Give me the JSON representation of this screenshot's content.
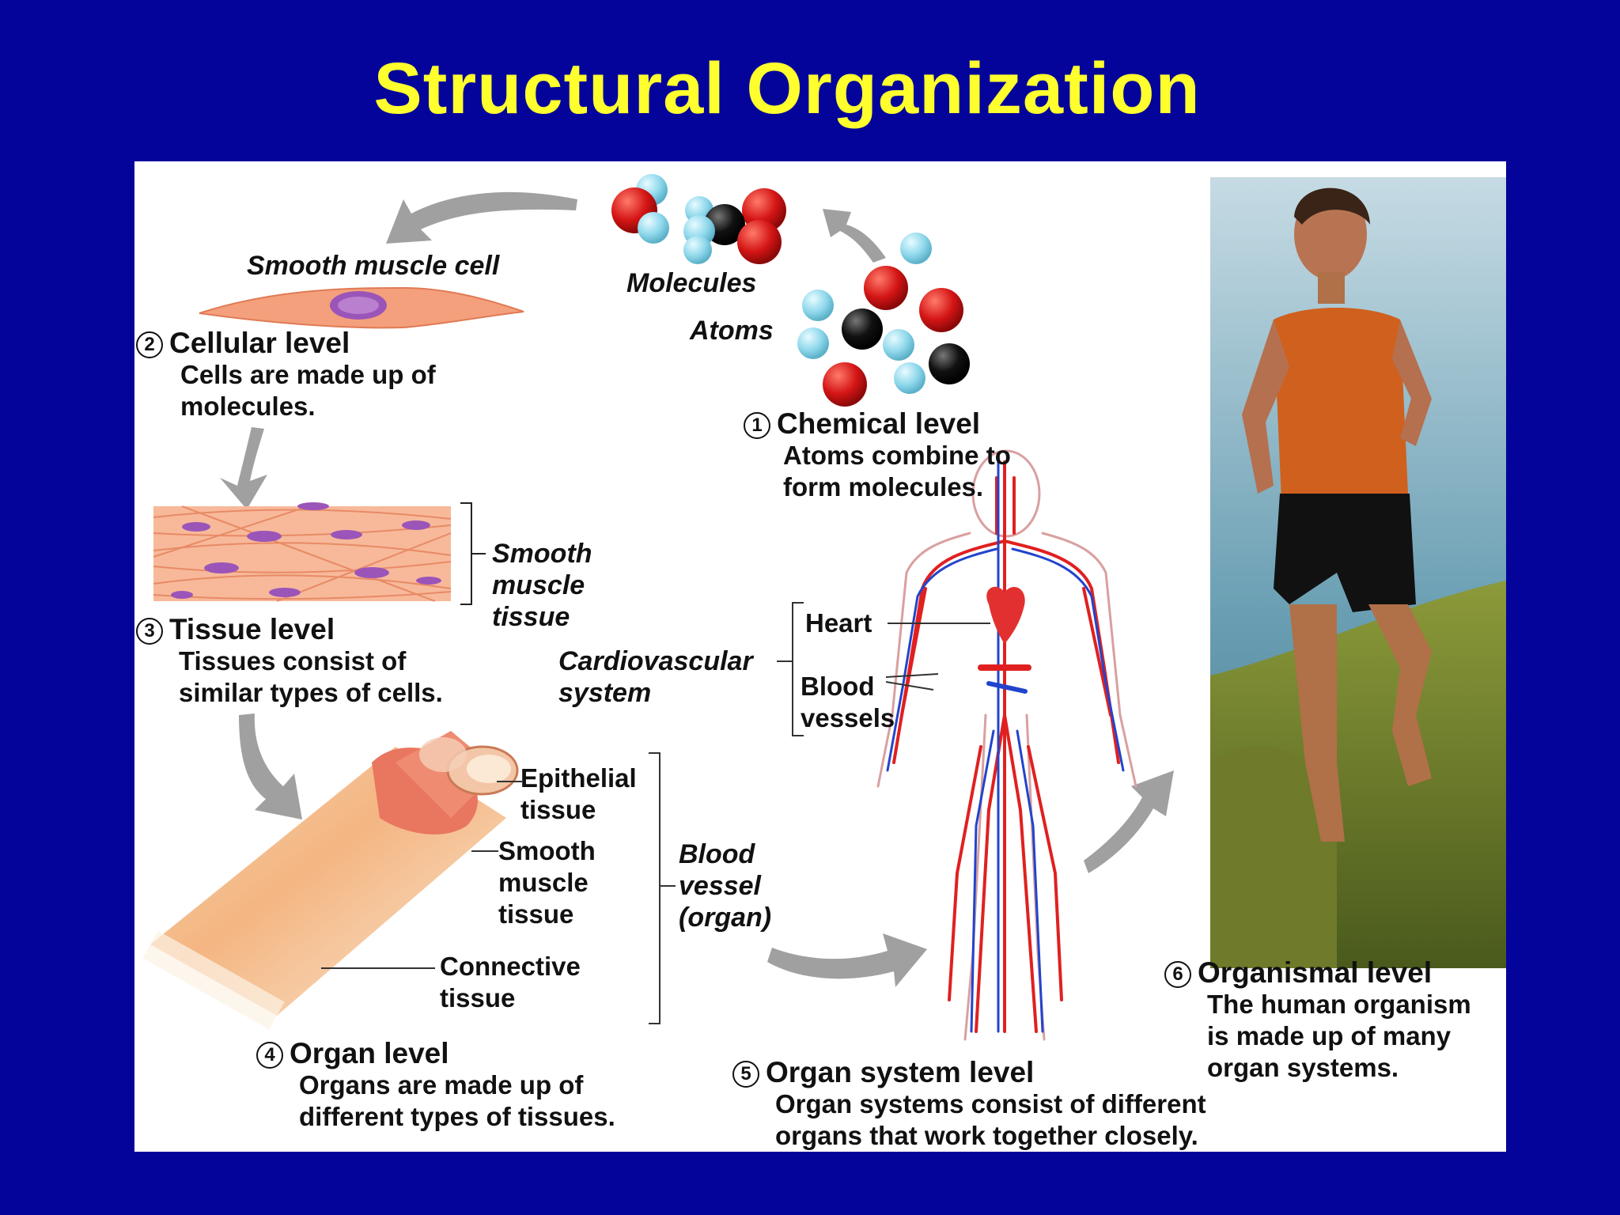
{
  "slide_title": "Structural Organization",
  "levels": {
    "chemical": {
      "number": "1",
      "title": "Chemical level",
      "desc_1": "Atoms combine to",
      "desc_2": "form molecules."
    },
    "cellular": {
      "number": "2",
      "title": "Cellular level",
      "desc_1": "Cells are made up of",
      "desc_2": "molecules."
    },
    "tissue": {
      "number": "3",
      "title": "Tissue level",
      "desc_1": "Tissues consist of",
      "desc_2": "similar types of cells."
    },
    "organ": {
      "number": "4",
      "title": "Organ level",
      "desc_1": "Organs are made up of",
      "desc_2": "different types of tissues."
    },
    "system": {
      "number": "5",
      "title": "Organ system level",
      "desc_1": "Organ systems consist of different",
      "desc_2": "organs that work together closely."
    },
    "organismal": {
      "number": "6",
      "title": "Organismal level",
      "desc_1": "The human organism",
      "desc_2": "is made up of many",
      "desc_3": "organ systems."
    }
  },
  "labels": {
    "molecules": "Molecules",
    "atoms": "Atoms",
    "smooth_muscle_cell": "Smooth muscle cell",
    "smooth_muscle_tissue": [
      "Smooth",
      "muscle",
      "tissue"
    ],
    "cardiovascular_system": [
      "Cardiovascular",
      "system"
    ],
    "heart": "Heart",
    "blood_vessels": [
      "Blood",
      "vessels"
    ],
    "epithelial_tissue": [
      "Epithelial",
      "tissue"
    ],
    "smooth_muscle_tissue_organ": [
      "Smooth",
      "muscle",
      "tissue"
    ],
    "connective_tissue": [
      "Connective",
      "tissue"
    ],
    "blood_vessel_organ": [
      "Blood",
      "vessel",
      "(organ)"
    ]
  },
  "colors": {
    "background": "#05049a",
    "title": "#ffff2e",
    "oxygen": "#d41515",
    "hydrogen": "#8fd8ec",
    "carbon": "#111111",
    "arrow": "#999999",
    "muscle": "#f2a07e",
    "nucleus": "#9b55b8"
  }
}
